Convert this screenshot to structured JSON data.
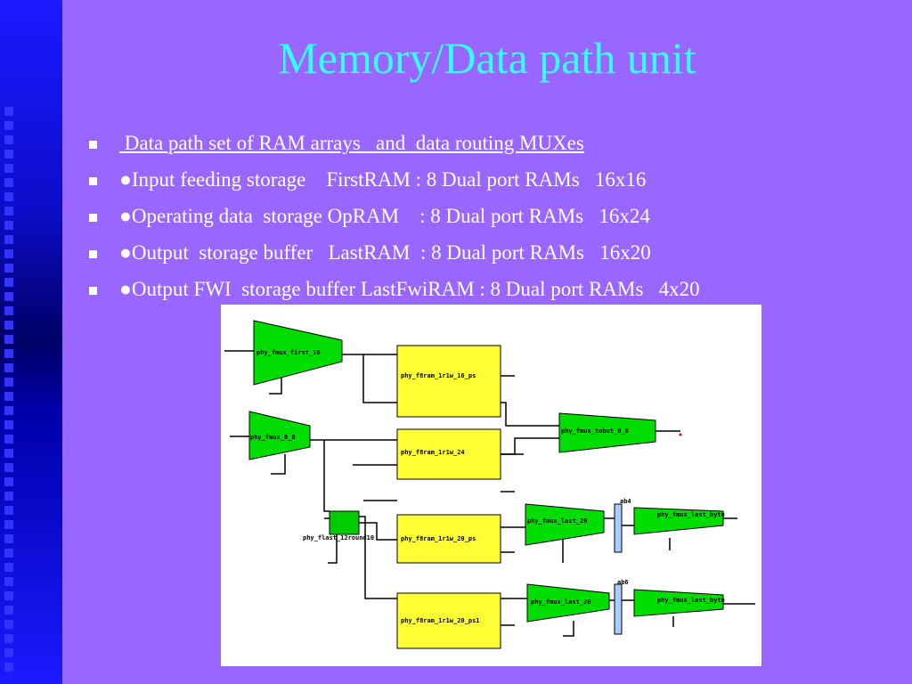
{
  "slide": {
    "title": "Memory/Data path unit",
    "bullets": [
      {
        "text": " Data path set of RAM arrays   and  data routing MUXes",
        "underline": true
      },
      {
        "text": "●Input feeding storage    FirstRAM : 8 Dual port RAMs   16x16",
        "underline": false
      },
      {
        "text": "●Operating data  storage OpRAM    : 8 Dual port RAMs   16x24",
        "underline": false
      },
      {
        "text": "●Output  storage buffer   LastRAM  : 8 Dual port RAMs   16x20",
        "underline": false
      },
      {
        "text": "●Output FWI  storage buffer LastFwiRAM : 8 Dual port RAMs   4x20",
        "underline": false
      }
    ]
  },
  "colors": {
    "background": "#9966ff",
    "title": "#33ffff",
    "mux_fill": "#00dd00",
    "ram_fill": "#ffff33",
    "small_block": "#00cc00",
    "reg_fill": "#aaccff"
  },
  "diagram": {
    "mux_first": "phy_fmux_first_16",
    "ram_first": "phy_f8ram_1r1w_16_ps",
    "mux_0": "phy_fmux_0_8",
    "mux_tobut": "phy_fmux_tobut_0_8",
    "ram_op": "phy_f8ram_1r1w_24",
    "flast": "phy_flast_12round10",
    "ram_last": "phy_f8ram_1r1w_20_ps",
    "mux_last_20": "phy_fmux_last_20",
    "reg_ab4": "ab4",
    "mux_last_byte_1": "phy_fmux_last_byte",
    "ram_last_fwi": "phy_f8ram_1r1w_20_ps1",
    "mux_last_20b": "phy_fmux_last_20",
    "reg_ab6": "ab6",
    "mux_last_byte_2": "phy_fmux_last_byte"
  }
}
